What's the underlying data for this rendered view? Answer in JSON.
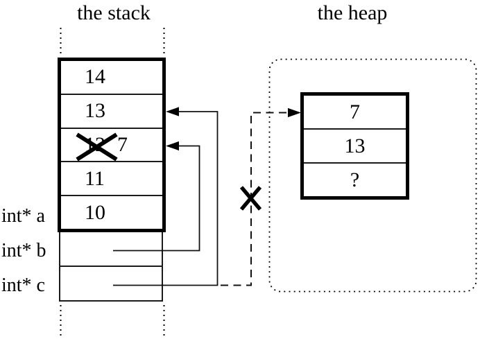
{
  "colors": {
    "ink": "#000000",
    "paper": "#ffffff"
  },
  "titles": {
    "stack": "the stack",
    "heap": "the heap"
  },
  "stack": {
    "cells": [
      {
        "value": "14"
      },
      {
        "value": "13"
      },
      {
        "old_value": "12",
        "new_value": "7",
        "crossed_out": true
      },
      {
        "value": "11"
      },
      {
        "value": "10"
      }
    ],
    "pointer_labels": [
      {
        "label": "int* a"
      },
      {
        "label": "int* b"
      },
      {
        "label": "int* c"
      }
    ]
  },
  "heap": {
    "cells": [
      {
        "value": "7"
      },
      {
        "value": "13"
      },
      {
        "value": "?"
      }
    ]
  },
  "icons": {
    "cross_out": "✕",
    "left_arrowhead": "◀",
    "right_arrowhead": "▶"
  }
}
